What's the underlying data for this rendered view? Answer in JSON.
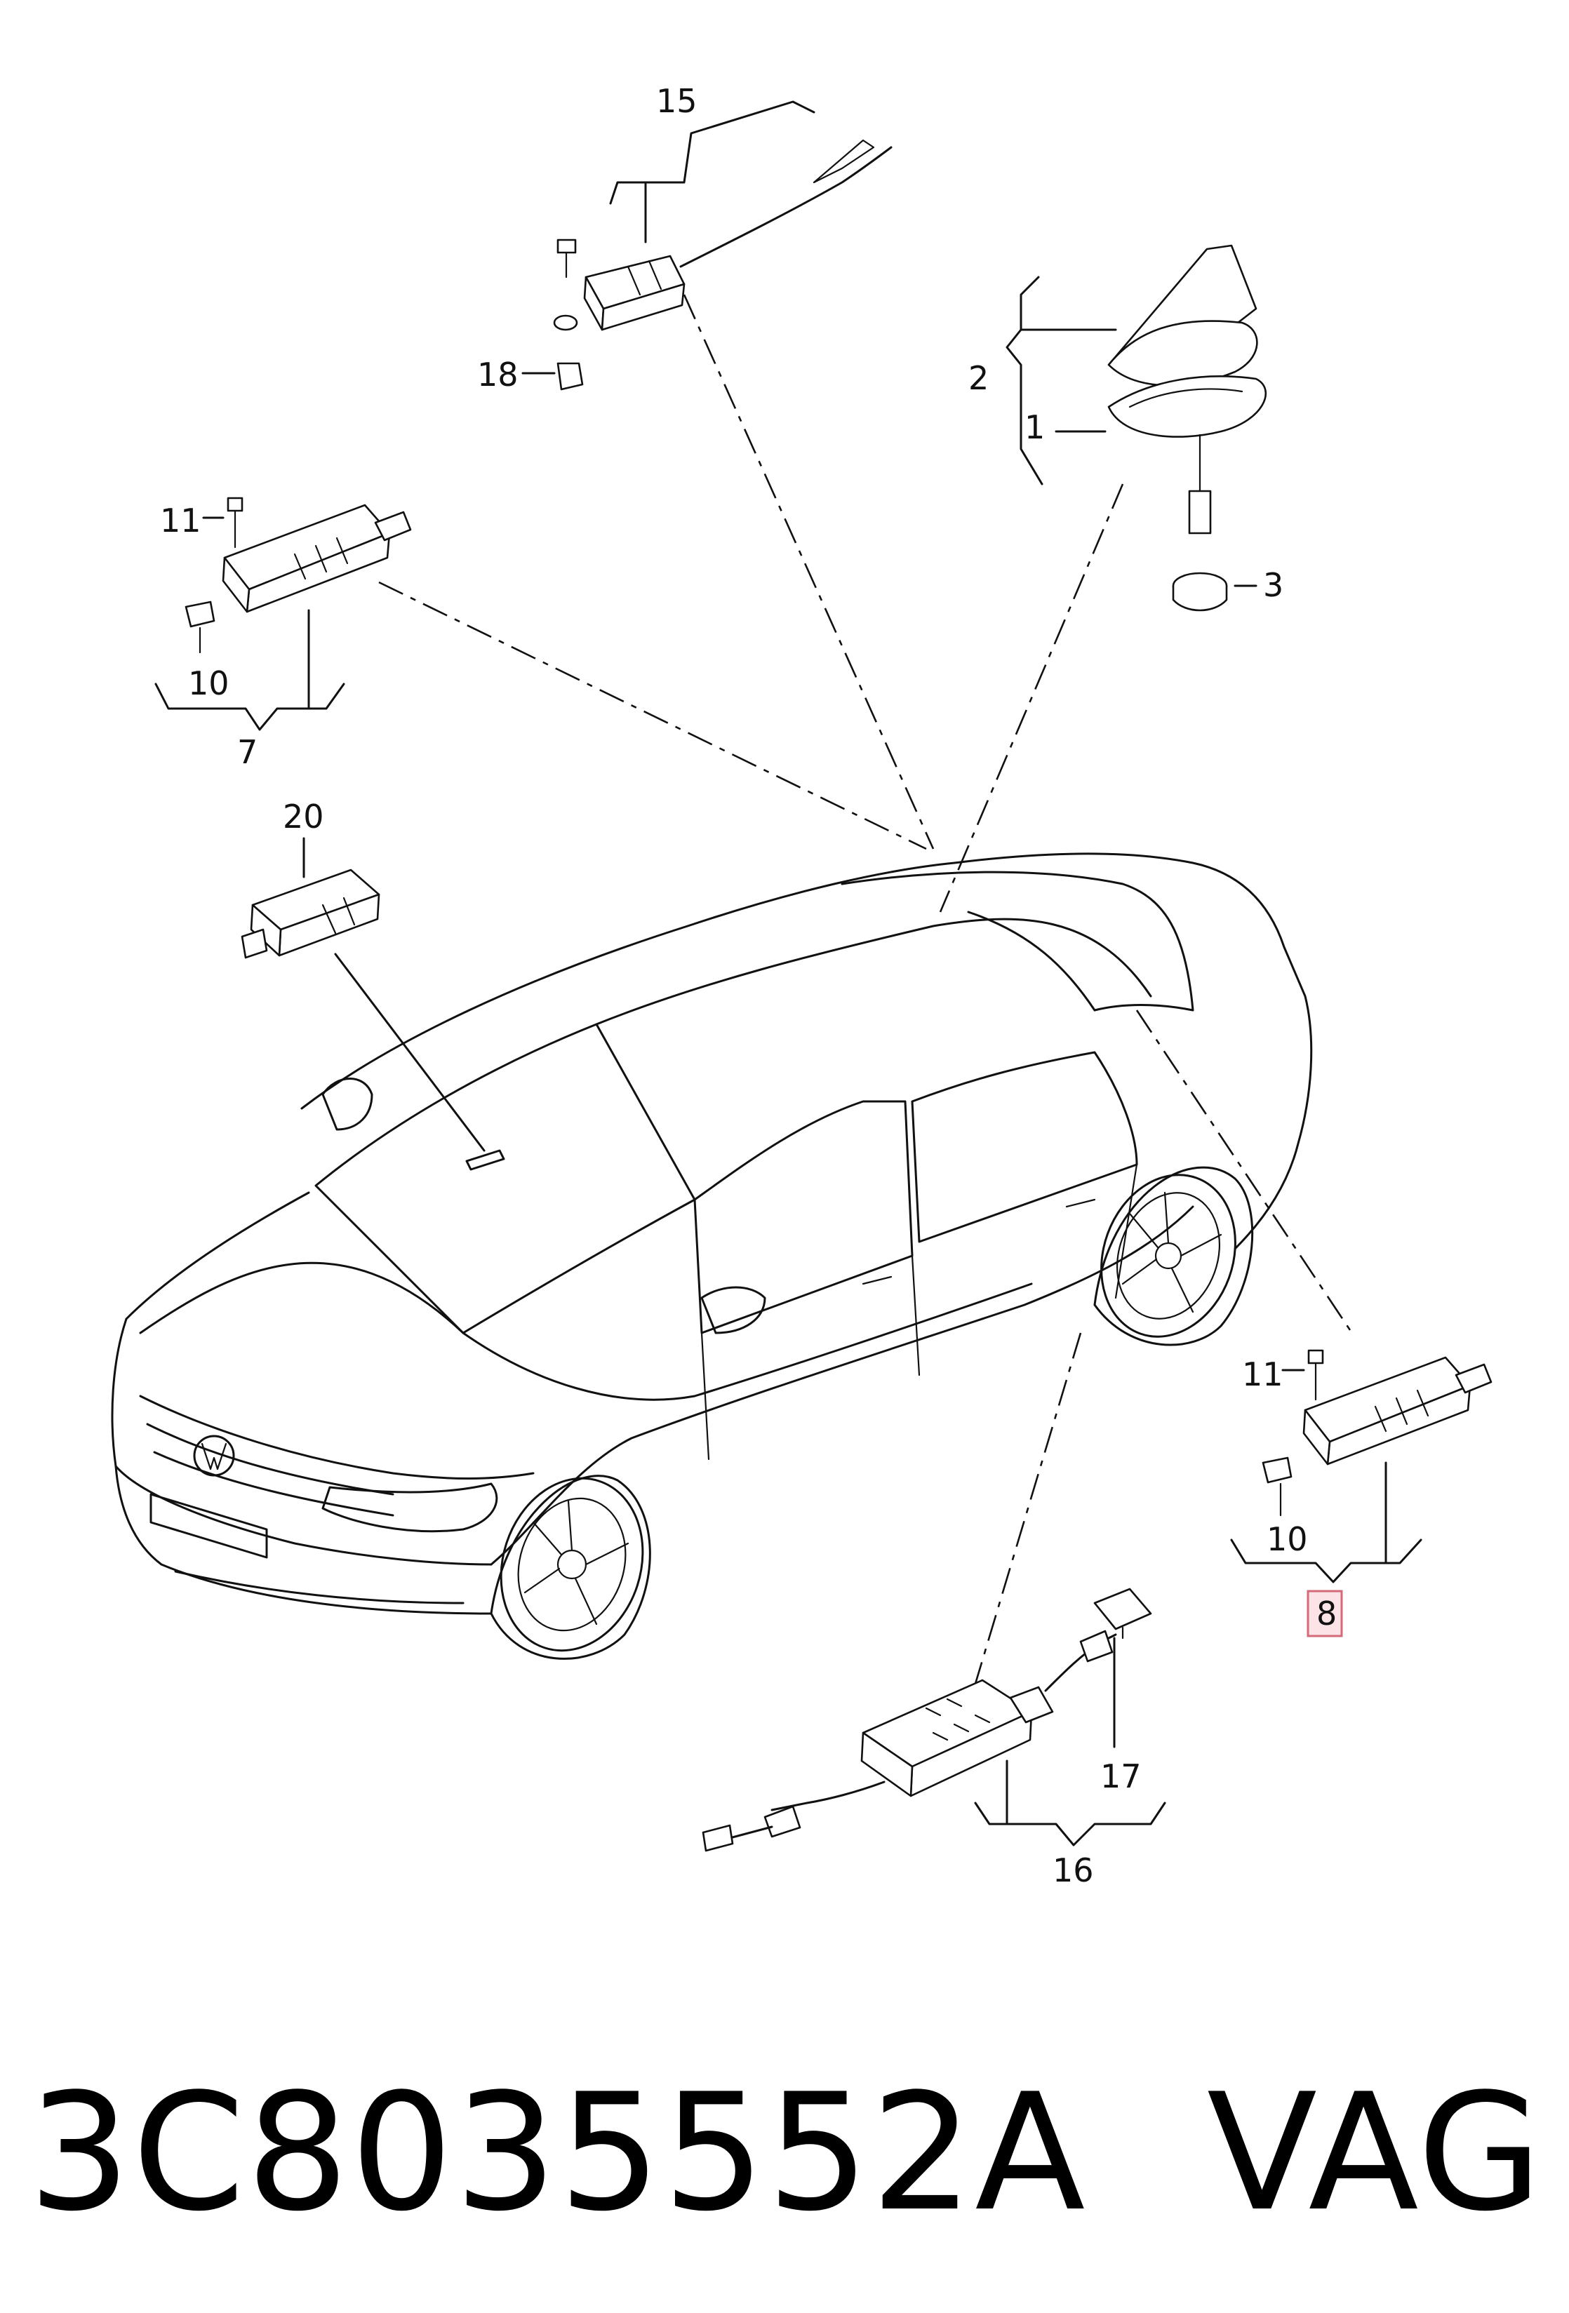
{
  "callouts": {
    "c1": "1",
    "c2": "2",
    "c3": "3",
    "c7": "7",
    "c8": "8",
    "c10a": "10",
    "c10b": "10",
    "c11a": "11",
    "c11b": "11",
    "c15": "15",
    "c16": "16",
    "c17": "17",
    "c18": "18",
    "c20": "20"
  },
  "footer": {
    "part_number": "3C8035552A",
    "brand": "VAG"
  },
  "highlight": {
    "label": "8",
    "fill": "#fbe3e6",
    "stroke": "#d46a78"
  }
}
